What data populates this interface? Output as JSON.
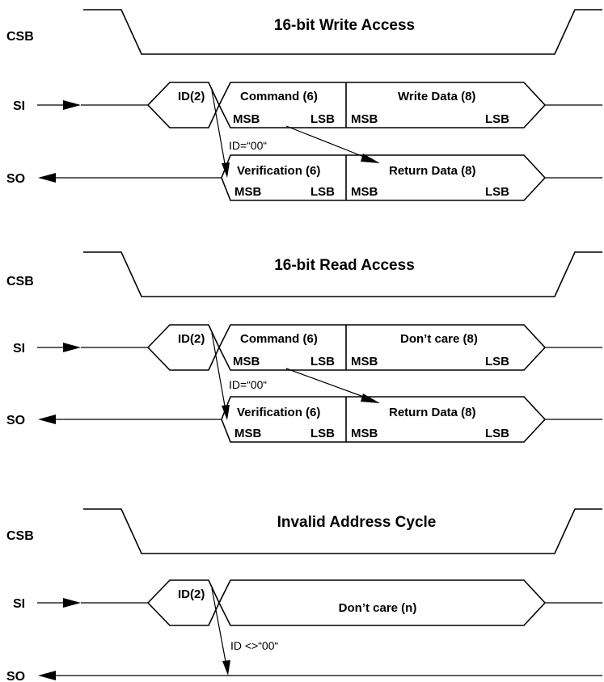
{
  "sections": [
    {
      "title": "16-bit Write Access",
      "csb_label": "CSB",
      "si_label": "SI",
      "so_label": "SO",
      "id_field": "ID(2)",
      "si_field1": "Command (6)",
      "si_field2": "Write Data (8)",
      "so_field1": "Verification (6)",
      "so_field2": "Return Data (8)",
      "msb": "MSB",
      "lsb": "LSB",
      "id_condition": "ID=“00“"
    },
    {
      "title": "16-bit Read Access",
      "csb_label": "CSB",
      "si_label": "SI",
      "so_label": "SO",
      "id_field": "ID(2)",
      "si_field1": "Command (6)",
      "si_field2": "Don’t care (8)",
      "so_field1": "Verification (6)",
      "so_field2": "Return Data (8)",
      "msb": "MSB",
      "lsb": "LSB",
      "id_condition": "ID=“00“"
    },
    {
      "title": "Invalid Address Cycle",
      "csb_label": "CSB",
      "si_label": "SI",
      "so_label": "SO",
      "id_field": "ID(2)",
      "si_field1": "Don’t care (n)",
      "id_condition": "ID <>“00“"
    }
  ]
}
